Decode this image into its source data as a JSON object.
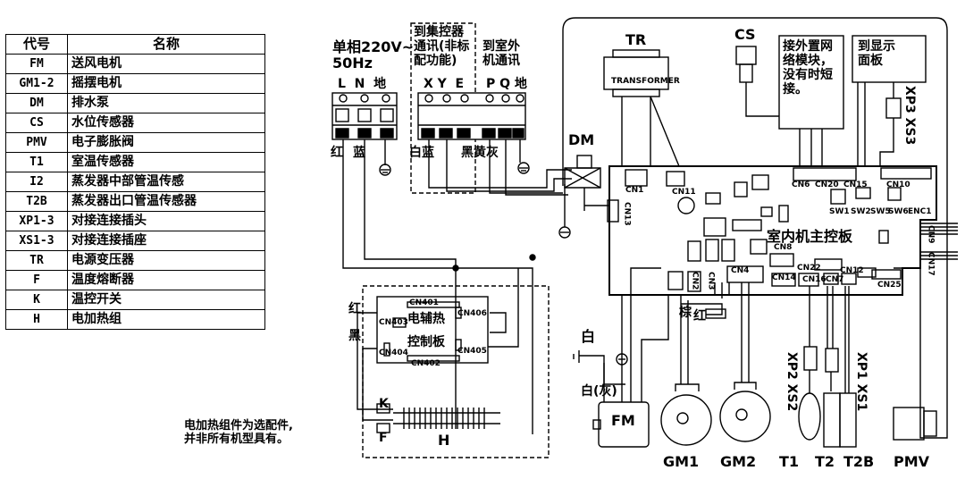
{
  "legend": {
    "header": {
      "code": "代号",
      "name": "名称"
    },
    "rows": [
      {
        "code": "FM",
        "name": "送风电机"
      },
      {
        "code": "GM1-2",
        "name": "摇摆电机"
      },
      {
        "code": "DM",
        "name": "排水泵"
      },
      {
        "code": "CS",
        "name": "水位传感器"
      },
      {
        "code": "PMV",
        "name": "电子膨胀阀"
      },
      {
        "code": "T1",
        "name": "室温传感器"
      },
      {
        "code": "I2",
        "name": "蒸发器中部管温传感"
      },
      {
        "code": "T2B",
        "name": "蒸发器出口管温传感器"
      },
      {
        "code": "XP1-3",
        "name": "对接连接插头"
      },
      {
        "code": "XS1-3",
        "name": "对接连接插座"
      },
      {
        "code": "TR",
        "name": "电源变压器"
      },
      {
        "code": "F",
        "name": "温度熔断器"
      },
      {
        "code": "K",
        "name": "温控开关"
      },
      {
        "code": "H",
        "name": "电加热组"
      }
    ]
  },
  "labels": {
    "power": "单相220V~\n50Hz",
    "power_terms": "L  N  地",
    "wire_red": "红",
    "wire_blue": "蓝",
    "central_box": "到集控器\n通讯(非标\n配功能)",
    "outdoor": "到室外\n机通讯",
    "xye": "X Y  E",
    "pq": "P Q 地",
    "white_blue": "白蓝",
    "black_yellow_gray": "黑黄灰",
    "tr": "TR",
    "transformer": "TRANSFORMER",
    "cs": "CS",
    "net_module": "接外置网\n络模块，\n没有时短\n接。",
    "display": "到显示\n面板",
    "xp3xs3": "XP3 XS3",
    "dm": "DM",
    "main_board": "室内机主控板",
    "cn1": "CN1",
    "cn11": "CN11",
    "cn13": "CN13",
    "cn6": "CN6",
    "cn20": "CN20",
    "cn15": "CN15",
    "cn10": "CN10",
    "sw1": "SW1",
    "sw2": "SW2",
    "sw5": "SW5",
    "sw6": "SW6",
    "enc1": "ENC1",
    "cn9": "CN9",
    "cn17": "CN17",
    "cn8": "CN8",
    "cn22": "CN22",
    "cn12": "CN12",
    "cn14": "CN14",
    "cn16": "CN16",
    "cn7": "CN7",
    "cn25": "CN25",
    "cn4": "CN4",
    "cn2": "CN2",
    "cn3": "CN3",
    "brown": "棕",
    "red2": "红",
    "heat_red": "红",
    "heat_black": "黑",
    "cn401": "CN401",
    "cn403": "CN403",
    "cn406": "CN406",
    "cn404": "CN404",
    "cn405": "CN405",
    "cn402": "CN402",
    "aux_heat": "电辅热",
    "ctrl_board": "控制板",
    "k": "K",
    "f": "F",
    "h": "H",
    "white": "白",
    "white_gray": "白(灰)",
    "fm": "FM",
    "gm1": "GM1",
    "gm2": "GM2",
    "t1": "T1",
    "t2": "T2",
    "t2b": "T2B",
    "pmv": "PMV",
    "xp2xs2": "XP2 XS2",
    "xp1xs1": "XP1 XS1",
    "note": "电加热组件为选配件,\n并非所有机型具有。"
  }
}
